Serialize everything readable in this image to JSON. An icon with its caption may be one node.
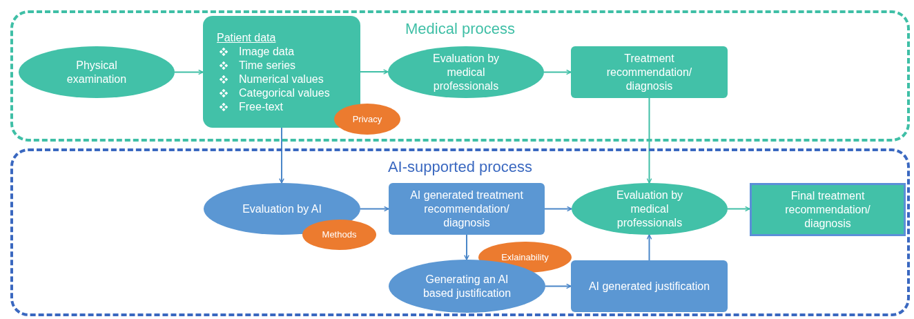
{
  "diagram": {
    "nodes": [
      {
        "text": [
          "Medical process"
        ]
      },
      {
        "text": [
          "Physical examination"
        ],
        "in": 0
      },
      {
        "text": [
          "Patient data",
          "Image data",
          "Time series",
          "Numerical values",
          "Categorical values",
          "Free-text"
        ],
        "in": 0
      },
      {
        "text": [
          "Privacy"
        ],
        "in": 0
      },
      {
        "text": [
          "Evaluation by medical professionals"
        ],
        "in": 0
      },
      {
        "text": [
          "Treatment recommendation/ diagnosis"
        ],
        "in": 0
      },
      {
        "text": [
          "AI-supported process"
        ]
      },
      {
        "text": [
          "Evaluation by AI"
        ],
        "in": 6
      },
      {
        "text": [
          "Methods"
        ],
        "in": 6
      },
      {
        "text": [
          "AI generated treatment recommendation/ diagnosis"
        ],
        "in": 6
      },
      {
        "text": [
          "Exlainability"
        ],
        "in": 6
      },
      {
        "text": [
          "Generating an AI based justification"
        ],
        "in": 6
      },
      {
        "text": [
          "AI generated justification"
        ],
        "in": 6
      },
      {
        "text": [
          "Evaluation by medical professionals"
        ],
        "in": 6
      },
      {
        "text": [
          "Final treatment recommendation/ diagnosis"
        ],
        "in": 6
      }
    ],
    "edges": [
      {
        "from": 1,
        "to": 2,
        "arrow": "to",
        "color": "#3fbfa6"
      },
      {
        "from": 2,
        "to": 4,
        "arrow": "to",
        "color": "#3fbfa6"
      },
      {
        "from": 4,
        "to": 5,
        "arrow": "to",
        "color": "#3fbfa6"
      },
      {
        "from": 2,
        "to": 7,
        "arrow": "to"
      },
      {
        "from": 5,
        "to": 13,
        "arrow": "to",
        "color": "#3fbfa6"
      },
      {
        "from": 7,
        "to": 9,
        "arrow": "to"
      },
      {
        "from": 9,
        "to": 13,
        "arrow": "to"
      },
      {
        "from": 13,
        "to": 14,
        "arrow": "to",
        "color": "#3fbfa6"
      },
      {
        "from": 9,
        "to": 11,
        "arrow": "to"
      },
      {
        "from": 11,
        "to": 12,
        "arrow": "to"
      },
      {
        "from": 12,
        "to": 13,
        "arrow": "to"
      }
    ]
  }
}
